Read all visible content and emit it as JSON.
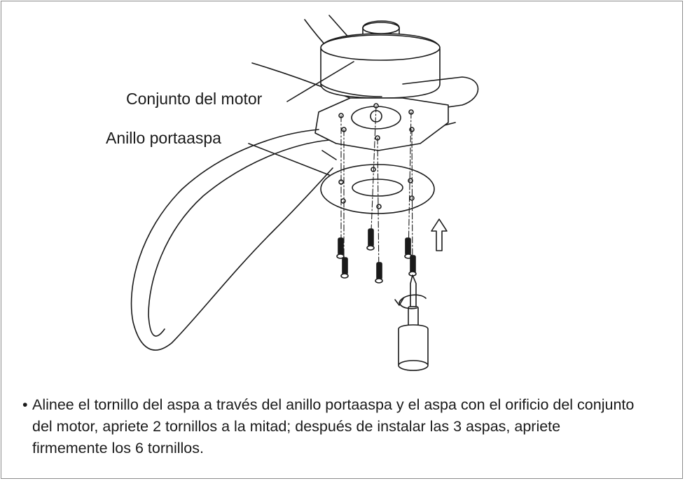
{
  "labels": {
    "motor_assembly": "Conjunto del motor",
    "blade_holder_ring": "Anillo portaaspa"
  },
  "instruction": {
    "bullet": "•",
    "text": "Alinee el tornillo del aspa a través del anillo portaaspa y el aspa con el orificio del conjunto del motor, apriete 2 tornillos a la mitad; después de instalar las 3 aspas, apriete firmemente los 6 tornillos."
  },
  "colors": {
    "line": "#1a1a1a",
    "border": "#8c8c8c"
  },
  "icons": [
    "up-arrow-icon",
    "rotation-arrow-icon",
    "screwdriver-icon",
    "screw-icon"
  ]
}
